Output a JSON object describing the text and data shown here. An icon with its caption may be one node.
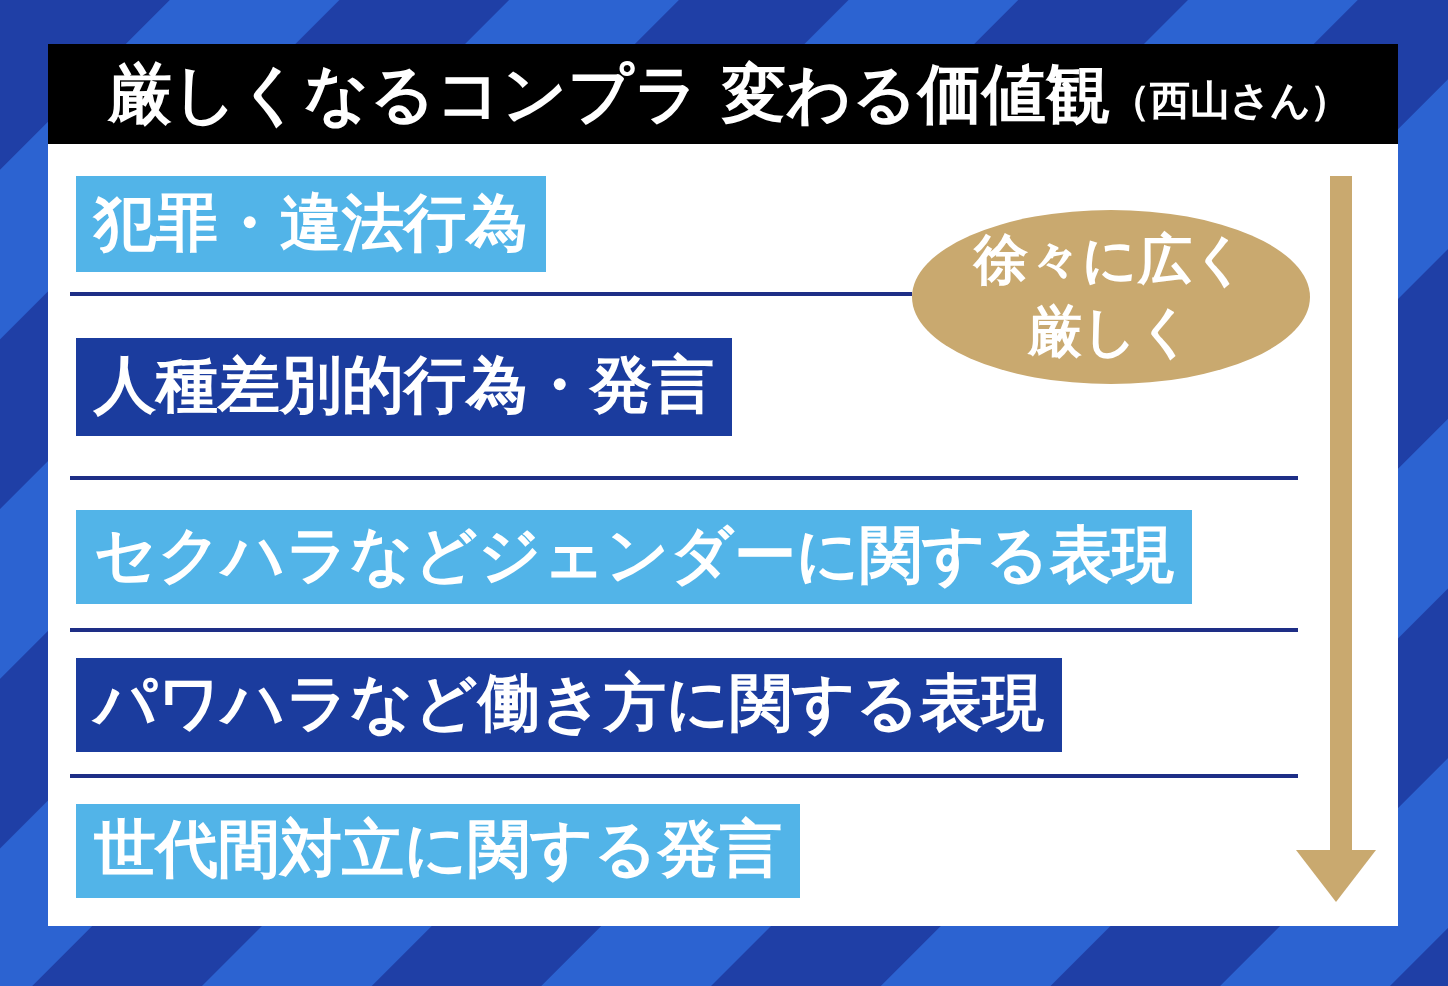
{
  "diagram": {
    "title": "厳しくなるコンプラ 変わる価値観",
    "nodes": [
      {
        "text": [
          "犯罪・違法行為"
        ]
      },
      {
        "text": [
          "徐々に広く厳しく"
        ]
      },
      {
        "text": [
          "人種差別的行為・発言"
        ]
      },
      {
        "text": [
          "セクハラなどジェンダーに関する表現"
        ]
      },
      {
        "text": [
          "パワハラなど働き方に関する表現"
        ]
      },
      {
        "text": [
          "世代間対立に関する発言"
        ]
      }
    ],
    "labels": [
      "（西山さん）"
    ]
  }
}
